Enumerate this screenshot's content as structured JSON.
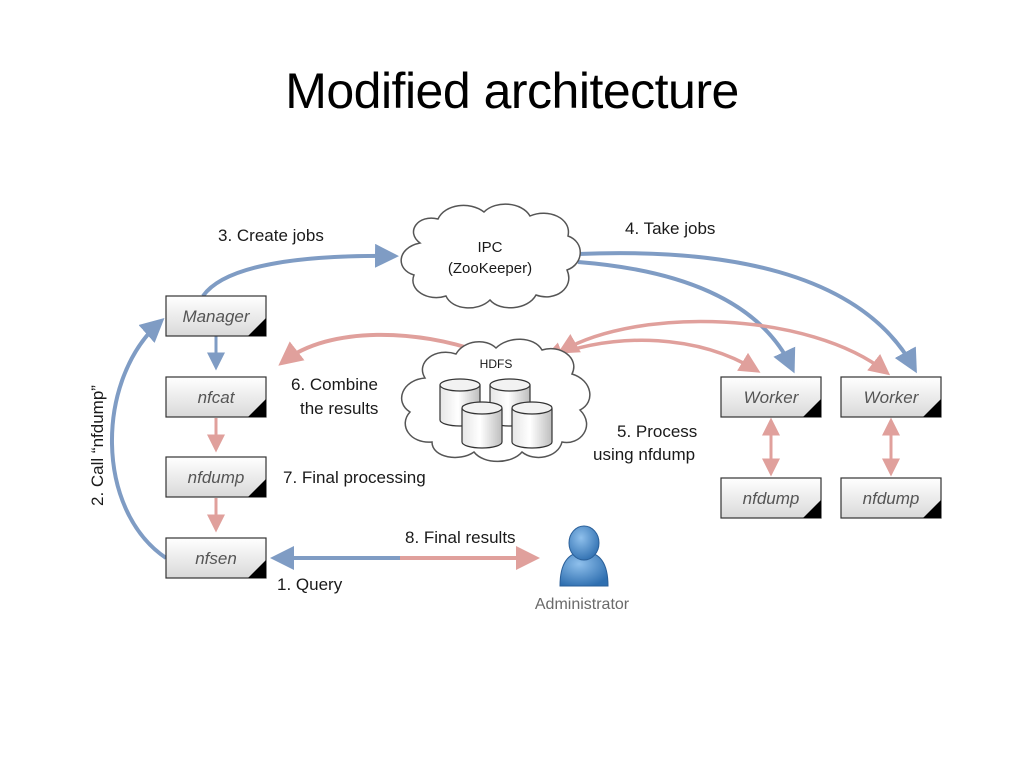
{
  "slide": {
    "title": "Modified architecture"
  },
  "colors": {
    "blue_arrow": "#7f9cc4",
    "red_arrow": "#e0a09c",
    "box_border": "#333333"
  },
  "nodes": {
    "manager": "Manager",
    "nfcat": "nfcat",
    "nfdump": "nfdump",
    "nfsen": "nfsen",
    "worker_1": "Worker",
    "worker_2": "Worker",
    "worker_1_nfdump": "nfdump",
    "worker_2_nfdump": "nfdump",
    "ipc_line1": "IPC",
    "ipc_line2": "(ZooKeeper)",
    "hdfs": "HDFS",
    "administrator": "Administrator"
  },
  "steps": {
    "query": "1. Query",
    "call_nfdump": "2. Call “nfdump”",
    "create_jobs": "3. Create jobs",
    "take_jobs": "4. Take jobs",
    "process_line1": "5. Process",
    "process_line2": "using nfdump",
    "combine_line1": "6. Combine",
    "combine_line2": "the results",
    "final_processing": "7. Final processing",
    "final_results": "8. Final results"
  }
}
